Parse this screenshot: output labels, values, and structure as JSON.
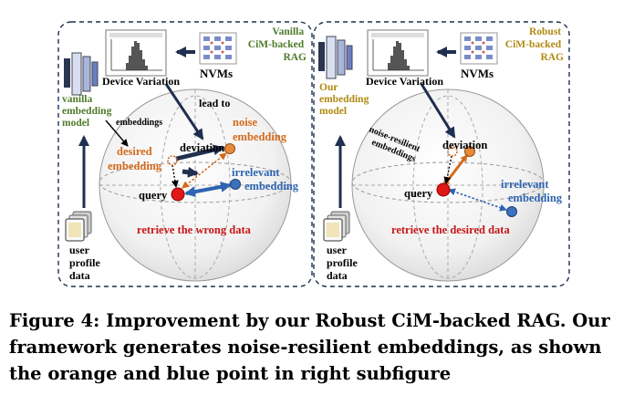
{
  "colors": {
    "green": "#4e7a2a",
    "orange": "#d46a1c",
    "blue": "#2e64b0",
    "red": "#c81414",
    "gold": "#b08a12",
    "navy": "#1f2f4f",
    "black": "#000000"
  },
  "left": {
    "title_line1": "Vanilla",
    "title_line2": "CiM-backed",
    "title_line3": "RAG",
    "device_variation": "Device Variation",
    "nvms": "NVMs",
    "lead_to": "lead to",
    "model_line1": "vanilla",
    "model_line2": "embedding",
    "model_line3": "model",
    "embeddings": "embeddings",
    "deviation": "deviation",
    "noise_line1": "noise",
    "noise_line2": "embedding",
    "desired_line1": "desired",
    "desired_line2": "embedding",
    "irrelevant_line1": "irrelevant",
    "irrelevant_line2": "embedding",
    "query": "query",
    "retrieve": "retrieve the wrong data",
    "user_line1": "user",
    "user_line2": "profile",
    "user_line3": "data"
  },
  "right": {
    "title_line1": "Robust",
    "title_line2": "CiM-backed",
    "title_line3": "RAG",
    "device_variation": "Device Variation",
    "nvms": "NVMs",
    "model_line1": "Our",
    "model_line2": "embedding",
    "model_line3": "model",
    "resilient_line1": "noise-resilient",
    "resilient_line2": "embeddings",
    "deviation": "deviation",
    "irrelevant_line1": "irrelevant",
    "irrelevant_line2": "embedding",
    "query": "query",
    "retrieve": "retrieve the desired data",
    "user_line1": "user",
    "user_line2": "profile",
    "user_line3": "data"
  },
  "caption": {
    "line1": "Figure 4: Improvement by our Robust CiM-backed RAG. Our",
    "line2": "framework generates noise-resilient embeddings, as shown",
    "line3": "the orange and blue point in right subfigure"
  }
}
